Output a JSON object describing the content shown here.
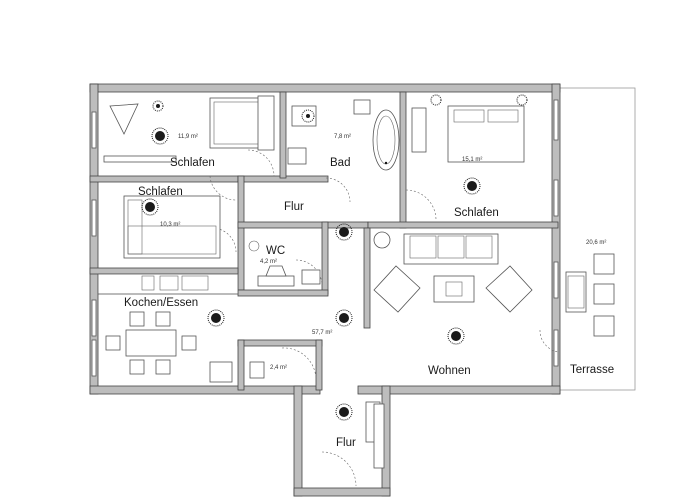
{
  "rooms": {
    "schlafen_nw": {
      "name": "Schlafen",
      "area": "11,9 m²"
    },
    "bad": {
      "name": "Bad",
      "area": "7,8 m²"
    },
    "schlafen_ne": {
      "name": "Schlafen",
      "area": "15,1 m²"
    },
    "schlafen_w": {
      "name": "Schlafen",
      "area": "10,3 m²"
    },
    "flur_top": {
      "name": "Flur"
    },
    "wc": {
      "name": "WC",
      "area": "4,2 m²"
    },
    "kochen": {
      "name": "Kochen/Essen"
    },
    "flur_area": {
      "area": "57,7 m²"
    },
    "abstell": {
      "area": "2,4 m²"
    },
    "wohnen": {
      "name": "Wohnen"
    },
    "flur_bottom": {
      "name": "Flur"
    },
    "terrasse": {
      "name": "Terrasse",
      "area": "20,6 m²"
    }
  },
  "colors": {
    "wall": "#bdbdbd",
    "line": "#444444",
    "text": "#1a1a1a"
  }
}
